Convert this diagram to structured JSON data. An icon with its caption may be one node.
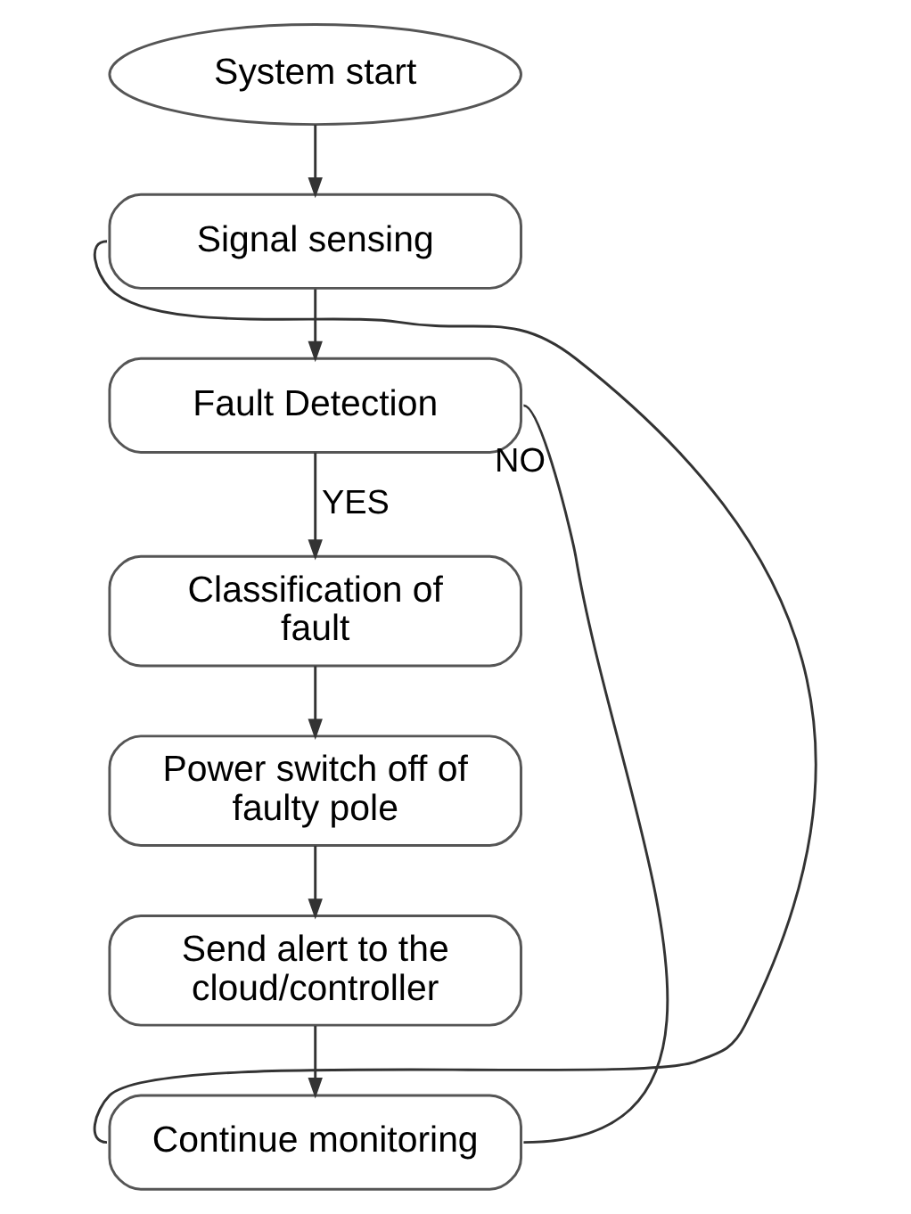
{
  "diagram": {
    "nodes": [
      {
        "text": [
          "System start"
        ]
      },
      {
        "text": [
          "Signal sensing"
        ]
      },
      {
        "text": [
          "Fault Detection"
        ]
      },
      {
        "text": [
          "Classification of fault"
        ]
      },
      {
        "text": [
          "Power switch off of faulty pole"
        ]
      },
      {
        "text": [
          "Send alert to the cloud/controller"
        ]
      },
      {
        "text": [
          "Continue monitoring"
        ]
      }
    ],
    "edges": [
      {
        "from": 0,
        "to": 1,
        "arrow": "to"
      },
      {
        "from": 1,
        "to": 2,
        "arrow": "to"
      },
      {
        "from": 2,
        "to": 3,
        "arrow": "to",
        "label": "YES"
      },
      {
        "from": 3,
        "to": 4,
        "arrow": "to"
      },
      {
        "from": 4,
        "to": 5,
        "arrow": "to"
      },
      {
        "from": 5,
        "to": 6,
        "arrow": "to"
      },
      {
        "from": 2,
        "to": 6,
        "arrow": "none",
        "label": "NO"
      },
      {
        "from": 6,
        "to": 1,
        "arrow": "none"
      }
    ]
  }
}
